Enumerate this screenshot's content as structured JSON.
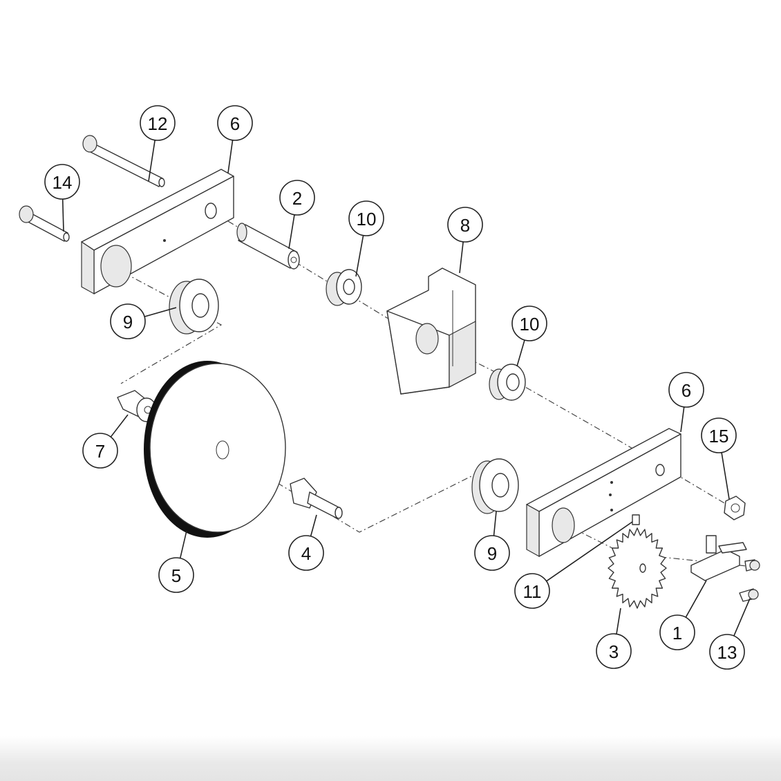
{
  "balloons": [
    {
      "id": "12",
      "part": "screw-long"
    },
    {
      "id": "6",
      "part": "bracket-upper"
    },
    {
      "id": "14",
      "part": "screw-short"
    },
    {
      "id": "2",
      "part": "spacer-tube"
    },
    {
      "id": "10",
      "part": "flanged-bushing-upper"
    },
    {
      "id": "8",
      "part": "slide-block"
    },
    {
      "id": "9",
      "part": "bearing-upper"
    },
    {
      "id": "10",
      "part": "flanged-bushing-lower"
    },
    {
      "id": "6",
      "part": "bracket-lower"
    },
    {
      "id": "15",
      "part": "nut"
    },
    {
      "id": "7",
      "part": "hub-nut"
    },
    {
      "id": "5",
      "part": "measuring-wheel"
    },
    {
      "id": "4",
      "part": "axle-shaft"
    },
    {
      "id": "9",
      "part": "bearing-lower"
    },
    {
      "id": "11",
      "part": "set-screw"
    },
    {
      "id": "1",
      "part": "sensor-bracket"
    },
    {
      "id": "3",
      "part": "encoder-disc"
    },
    {
      "id": "13",
      "part": "small-screw"
    }
  ]
}
